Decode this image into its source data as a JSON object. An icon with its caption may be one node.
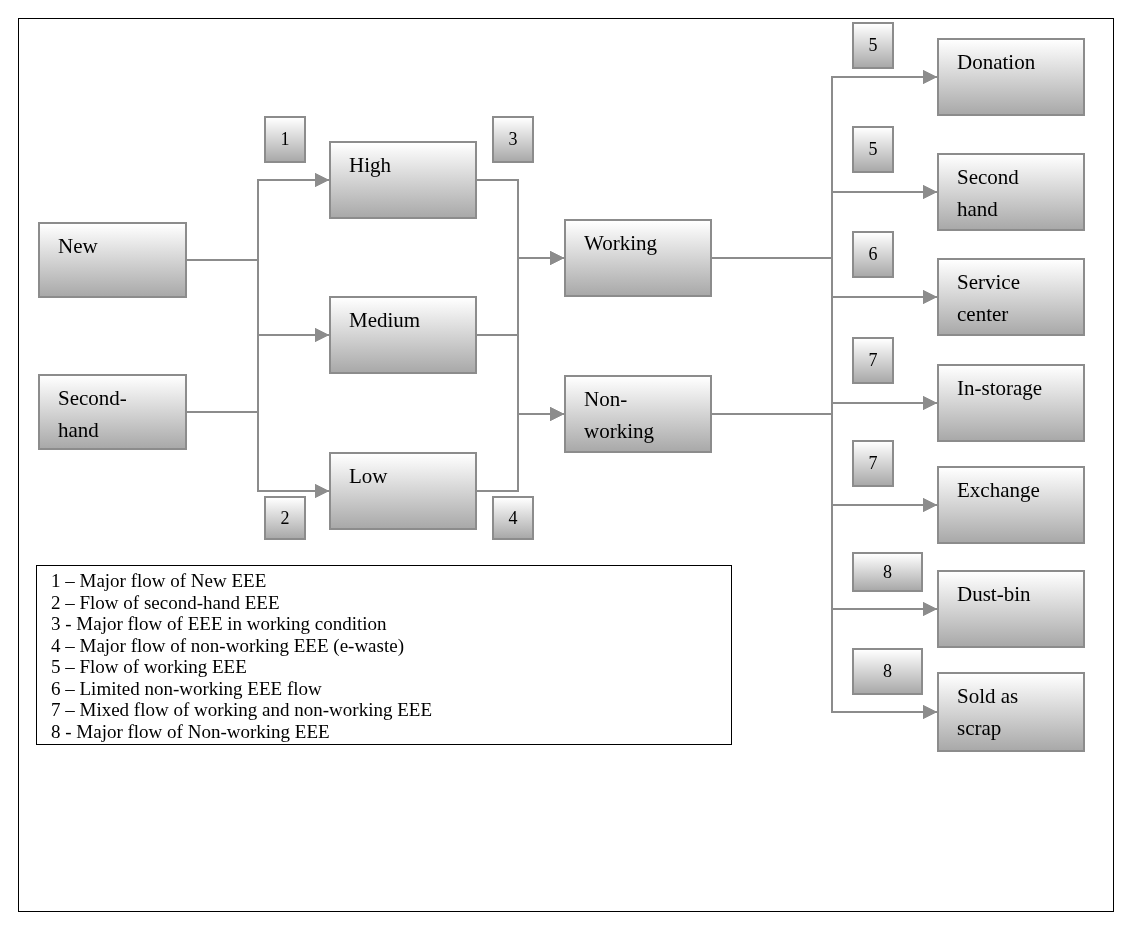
{
  "diagram": {
    "nodes": [
      {
        "text": [
          "New"
        ]
      },
      {
        "text": [
          "Second-hand"
        ]
      },
      {
        "text": [
          "High"
        ]
      },
      {
        "text": [
          "Medium"
        ]
      },
      {
        "text": [
          "Low"
        ]
      },
      {
        "text": [
          "Working"
        ]
      },
      {
        "text": [
          "Non-working"
        ]
      },
      {
        "text": [
          "Donation"
        ]
      },
      {
        "text": [
          "Second hand"
        ]
      },
      {
        "text": [
          "Service center"
        ]
      },
      {
        "text": [
          "In-storage"
        ]
      },
      {
        "text": [
          "Exchange"
        ]
      },
      {
        "text": [
          "Dust-bin"
        ]
      },
      {
        "text": [
          "Sold as scrap"
        ]
      },
      {
        "text": [
          "1"
        ]
      },
      {
        "text": [
          "3"
        ]
      },
      {
        "text": [
          "2"
        ]
      },
      {
        "text": [
          "4"
        ]
      },
      {
        "text": [
          "5"
        ]
      },
      {
        "text": [
          "5"
        ]
      },
      {
        "text": [
          "6"
        ]
      },
      {
        "text": [
          "7"
        ]
      },
      {
        "text": [
          "7"
        ]
      },
      {
        "text": [
          "8"
        ]
      },
      {
        "text": [
          "8"
        ]
      },
      {
        "text": [
          "1 – Major flow of New EEE",
          "2 – Flow of second-hand EEE",
          "3 - Major flow of EEE in working condition",
          "4 – Major flow of non-working EEE (e-waste)",
          "5 – Flow of working EEE",
          "6 – Limited non-working EEE flow",
          "7 – Mixed flow of working and non-working EEE",
          "8 - Major flow of Non-working EEE"
        ]
      }
    ],
    "edges": [
      {
        "from": 0,
        "to": 2,
        "arrow": "to"
      },
      {
        "from": 0,
        "to": 3,
        "arrow": "to"
      },
      {
        "from": 0,
        "to": 4,
        "arrow": "to"
      },
      {
        "from": 1,
        "to": 2,
        "arrow": "to"
      },
      {
        "from": 1,
        "to": 3,
        "arrow": "to"
      },
      {
        "from": 1,
        "to": 4,
        "arrow": "to"
      },
      {
        "from": 2,
        "to": 5,
        "arrow": "to"
      },
      {
        "from": 2,
        "to": 6,
        "arrow": "to"
      },
      {
        "from": 3,
        "to": 5,
        "arrow": "to"
      },
      {
        "from": 3,
        "to": 6,
        "arrow": "to"
      },
      {
        "from": 4,
        "to": 5,
        "arrow": "to"
      },
      {
        "from": 4,
        "to": 6,
        "arrow": "to"
      },
      {
        "from": 5,
        "to": 7,
        "arrow": "to"
      },
      {
        "from": 5,
        "to": 8,
        "arrow": "to"
      },
      {
        "from": 5,
        "to": 9,
        "arrow": "to"
      },
      {
        "from": 5,
        "to": 10,
        "arrow": "to"
      },
      {
        "from": 5,
        "to": 11,
        "arrow": "to"
      },
      {
        "from": 5,
        "to": 12,
        "arrow": "to"
      },
      {
        "from": 5,
        "to": 13,
        "arrow": "to"
      },
      {
        "from": 6,
        "to": 7,
        "arrow": "to"
      },
      {
        "from": 6,
        "to": 8,
        "arrow": "to"
      },
      {
        "from": 6,
        "to": 9,
        "arrow": "to"
      },
      {
        "from": 6,
        "to": 10,
        "arrow": "to"
      },
      {
        "from": 6,
        "to": 11,
        "arrow": "to"
      },
      {
        "from": 6,
        "to": 12,
        "arrow": "to"
      },
      {
        "from": 6,
        "to": 13,
        "arrow": "to"
      }
    ]
  }
}
